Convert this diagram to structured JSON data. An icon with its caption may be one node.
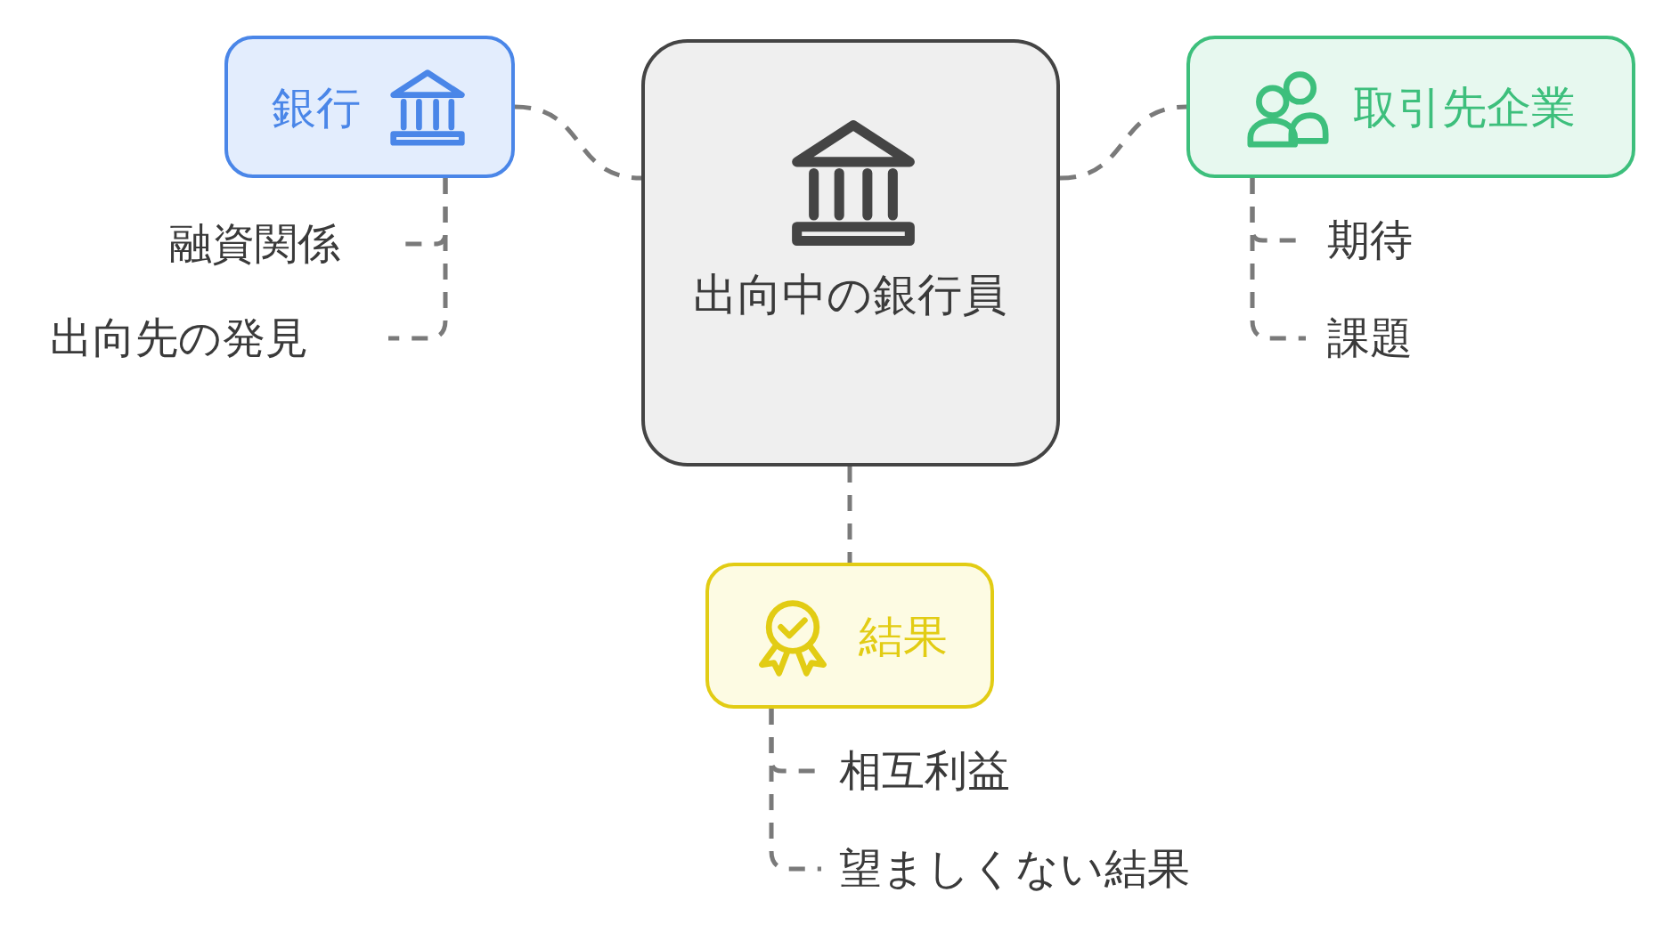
{
  "diagram": {
    "nodes": [
      {
        "text": [
          "出向中の銀行員"
        ]
      },
      {
        "text": [
          "銀行"
        ]
      },
      {
        "text": [
          "取引先企業"
        ]
      },
      {
        "text": [
          "結果"
        ]
      },
      {
        "text": [
          "融資関係"
        ]
      },
      {
        "text": [
          "出向先の発見"
        ]
      },
      {
        "text": [
          "期待"
        ]
      },
      {
        "text": [
          "課題"
        ]
      },
      {
        "text": [
          "相互利益"
        ]
      },
      {
        "text": [
          "望ましくない結果"
        ]
      }
    ],
    "edges": [
      {
        "from": 1,
        "to": 0,
        "arrow": "none",
        "style": "dashed"
      },
      {
        "from": 0,
        "to": 2,
        "arrow": "none",
        "style": "dashed"
      },
      {
        "from": 0,
        "to": 3,
        "arrow": "none",
        "style": "dashed"
      },
      {
        "from": 1,
        "to": 4,
        "arrow": "none",
        "style": "dashed"
      },
      {
        "from": 1,
        "to": 5,
        "arrow": "none",
        "style": "dashed"
      },
      {
        "from": 2,
        "to": 6,
        "arrow": "none",
        "style": "dashed"
      },
      {
        "from": 2,
        "to": 7,
        "arrow": "none",
        "style": "dashed"
      },
      {
        "from": 3,
        "to": 8,
        "arrow": "none",
        "style": "dashed"
      },
      {
        "from": 3,
        "to": 9,
        "arrow": "none",
        "style": "dashed"
      }
    ]
  }
}
